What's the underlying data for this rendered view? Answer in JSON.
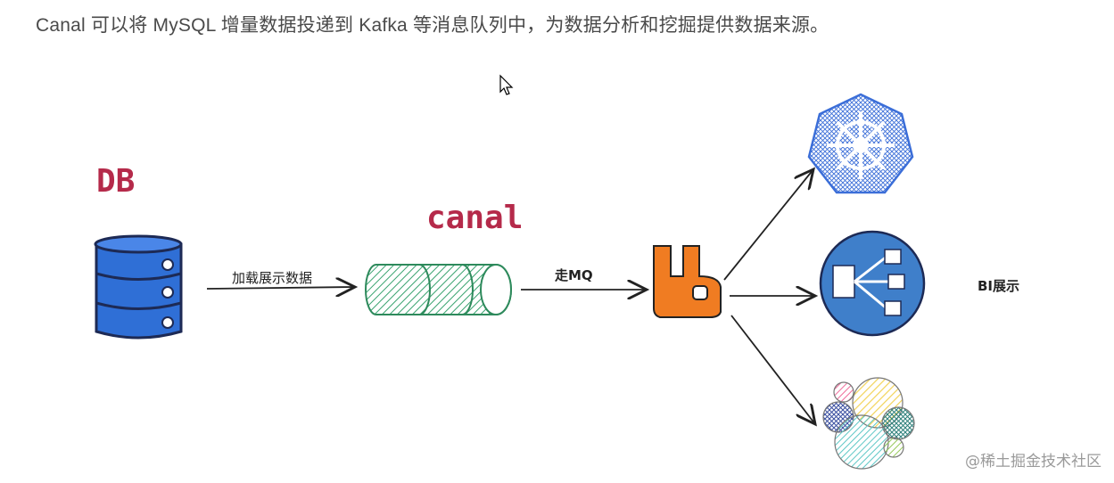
{
  "intro_text": "Canal 可以将 MySQL 增量数据投递到 Kafka 等消息队列中，为数据分析和挖掘提供数据来源。",
  "labels": {
    "db": "DB",
    "canal": "canal",
    "arrow1": "加载展示数据",
    "arrow2": "走MQ",
    "bi": "BI展示"
  },
  "watermark": "@稀土掘金技术社区",
  "colors": {
    "db_blue": "#2f6fd6",
    "canal_green": "#3aa370",
    "mq_orange": "#f07c22",
    "k8s_blue": "#3b6ed8",
    "bi_blue": "#3f7fca",
    "title_red": "#b52a4a"
  },
  "icons": [
    "database-icon",
    "canal-pipe-icon",
    "rabbitmq-icon",
    "kubernetes-icon",
    "share-network-icon",
    "elastic-cluster-icon",
    "cursor-icon"
  ]
}
